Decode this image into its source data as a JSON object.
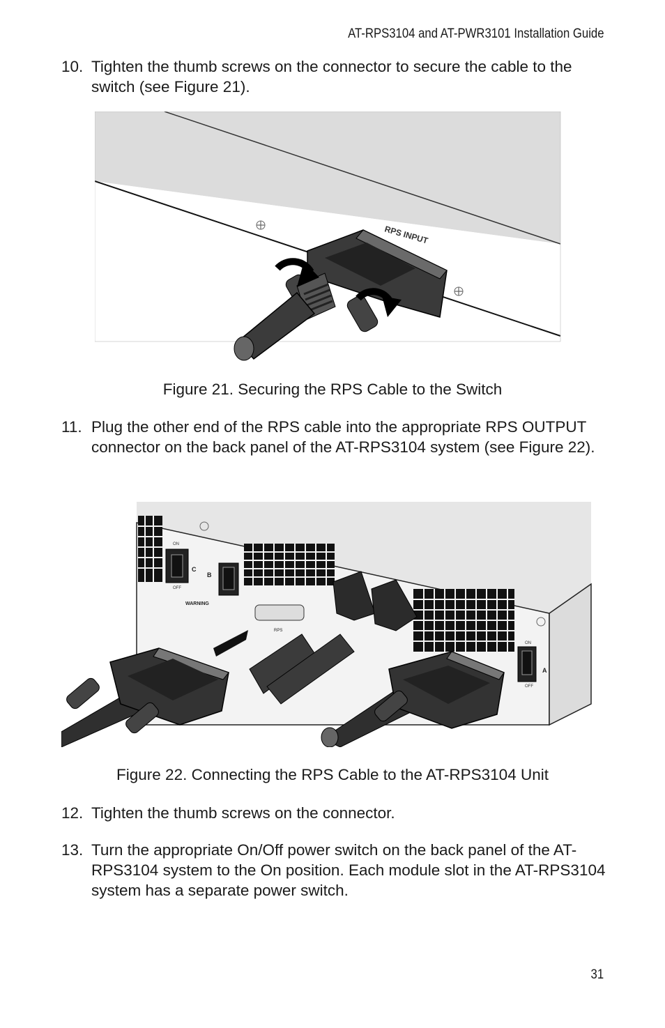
{
  "header": {
    "title": "AT-RPS3104 and AT-PWR3101 Installation Guide"
  },
  "steps": [
    {
      "num": "10.",
      "text": "Tighten the thumb screws on the connector to secure the cable to the switch (see Figure 21)."
    },
    {
      "num": "11.",
      "text": "Plug the other end of the RPS cable into the appropriate RPS OUTPUT connector on the back panel of the AT-RPS3104 system (see Figure 22)."
    },
    {
      "num": "12.",
      "text": "Tighten the thumb screws on the connector."
    },
    {
      "num": "13.",
      "text": "Turn the appropriate On/Off power switch on the back panel of the AT-RPS3104 system to the On position. Each module slot in the AT-RPS3104 system has a separate power switch."
    }
  ],
  "figures": [
    {
      "caption": "Figure 21. Securing the RPS Cable to the Switch",
      "label": "RPS INPUT"
    },
    {
      "caption": "Figure 22. Connecting the RPS Cable to the AT-RPS3104 Unit",
      "labels": {
        "on": "ON",
        "off": "OFF",
        "slot_a": "A",
        "slot_b": "B",
        "slot_c": "C",
        "warning": "WARNING",
        "rps": "RPS"
      }
    }
  ],
  "page_number": "31"
}
